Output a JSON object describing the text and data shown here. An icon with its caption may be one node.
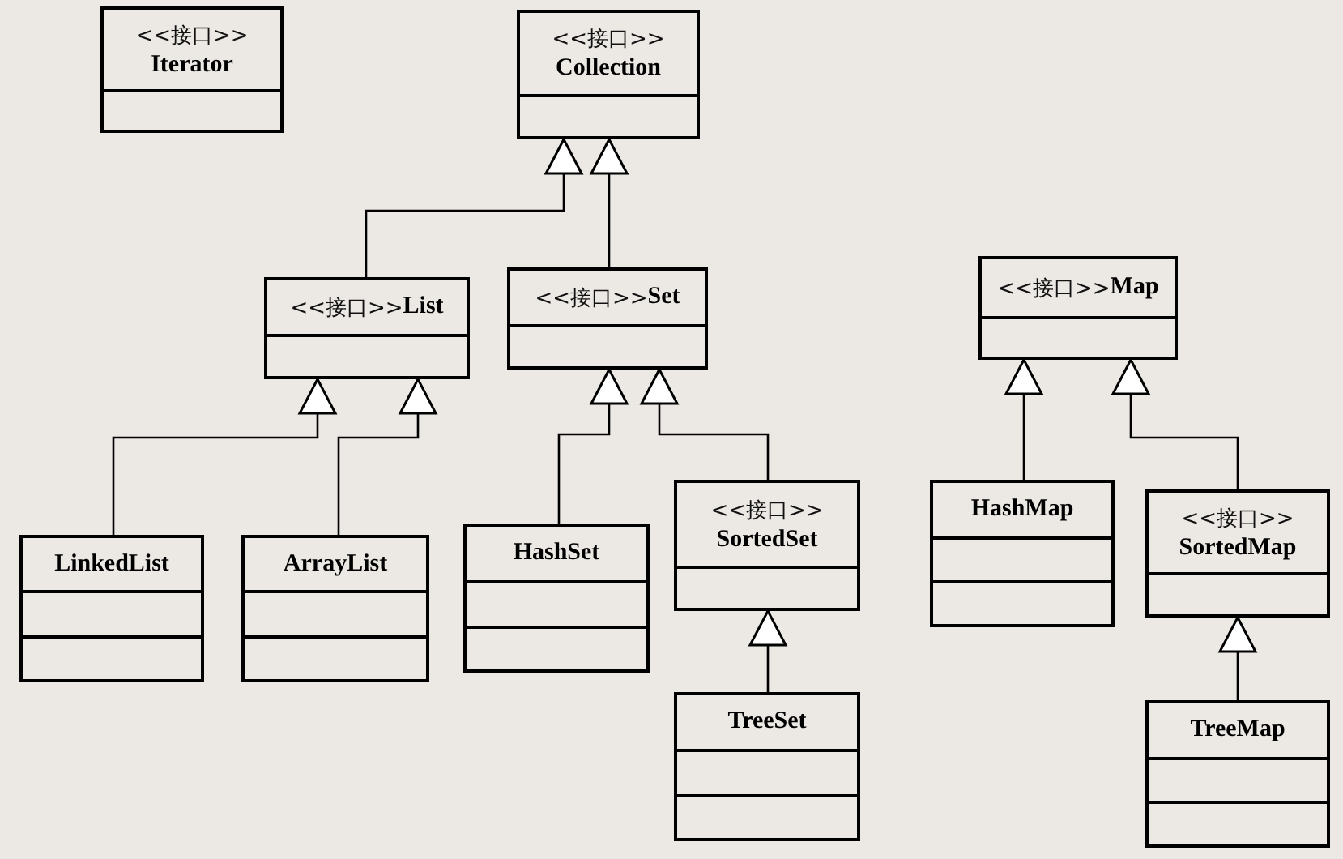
{
  "diagram": {
    "nodes": [
      {
        "text": [
          "<<接口>>",
          "Iterator"
        ]
      },
      {
        "text": [
          "<<接口>>",
          "Collection"
        ]
      },
      {
        "text": [
          "<<接口>>",
          "List"
        ]
      },
      {
        "text": [
          "<<接口>>",
          "Set"
        ]
      },
      {
        "text": [
          "<<接口>>",
          "Map"
        ]
      },
      {
        "text": [
          "LinkedList"
        ]
      },
      {
        "text": [
          "ArrayList"
        ]
      },
      {
        "text": [
          "HashSet"
        ]
      },
      {
        "text": [
          "<<接口>>",
          "SortedSet"
        ]
      },
      {
        "text": [
          "TreeSet"
        ]
      },
      {
        "text": [
          "HashMap"
        ]
      },
      {
        "text": [
          "<<接口>>",
          "SortedMap"
        ]
      },
      {
        "text": [
          "TreeMap"
        ]
      }
    ],
    "edges": [
      {
        "from": 2,
        "to": 1,
        "arrow": "to"
      },
      {
        "from": 3,
        "to": 1,
        "arrow": "to"
      },
      {
        "from": 5,
        "to": 2,
        "arrow": "to"
      },
      {
        "from": 6,
        "to": 2,
        "arrow": "to"
      },
      {
        "from": 7,
        "to": 3,
        "arrow": "to"
      },
      {
        "from": 8,
        "to": 3,
        "arrow": "to"
      },
      {
        "from": 10,
        "to": 4,
        "arrow": "to"
      },
      {
        "from": 11,
        "to": 4,
        "arrow": "to"
      },
      {
        "from": 9,
        "to": 8,
        "arrow": "to"
      },
      {
        "from": 12,
        "to": 11,
        "arrow": "to"
      }
    ]
  }
}
